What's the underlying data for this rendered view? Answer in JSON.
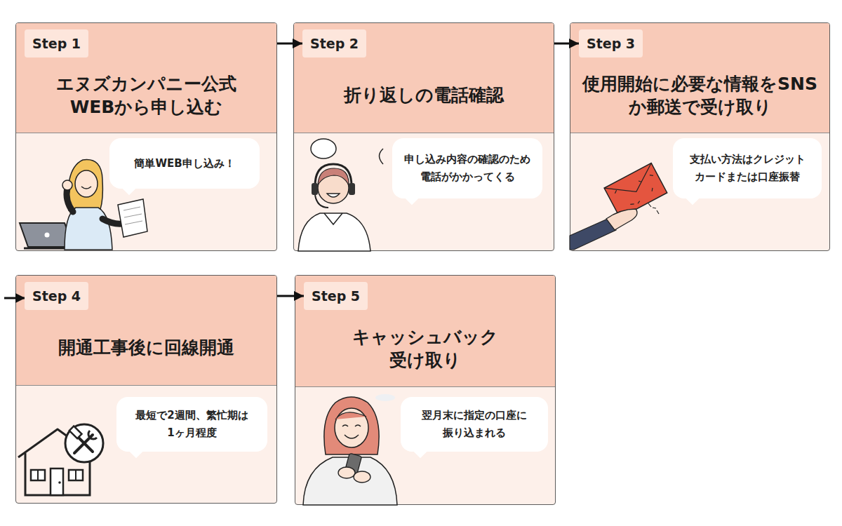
{
  "diagram": {
    "nodes": [
      {
        "text": [
          "エヌズカンパニー公式 WEBから申し込む"
        ]
      },
      {
        "text": [
          "Step 1"
        ],
        "in": 0
      },
      {
        "text": [
          "簡単WEB申し込み！"
        ],
        "in": 0
      },
      {
        "text": [
          "折り返しの電話確認"
        ]
      },
      {
        "text": [
          "Step 2"
        ],
        "in": 3
      },
      {
        "text": [
          "申し込み内容の確認のため 電話がかかってくる"
        ],
        "in": 3
      },
      {
        "text": [
          "使用開始に必要な情報をSNS か郵送で受け取り"
        ]
      },
      {
        "text": [
          "Step 3"
        ],
        "in": 6
      },
      {
        "text": [
          "支払い方法はクレジット カードまたは口座振替"
        ],
        "in": 6
      },
      {
        "text": [
          "開通工事後に回線開通"
        ]
      },
      {
        "text": [
          "Step 4"
        ],
        "in": 9
      },
      {
        "text": [
          "最短で2週間、繁忙期は 1ヶ月程度"
        ],
        "in": 9
      },
      {
        "text": [
          "キャッシュバック 受け取り"
        ]
      },
      {
        "text": [
          "Step 5"
        ],
        "in": 12
      },
      {
        "text": [
          "翌月末に指定の口座に 振り込まれる"
        ],
        "in": 12
      }
    ],
    "edges": [
      {
        "from": 0,
        "to": 4,
        "arrow": "to"
      },
      {
        "from": 3,
        "to": 7,
        "arrow": "to"
      },
      {
        "from": 9,
        "to": 13,
        "arrow": "to"
      }
    ]
  }
}
